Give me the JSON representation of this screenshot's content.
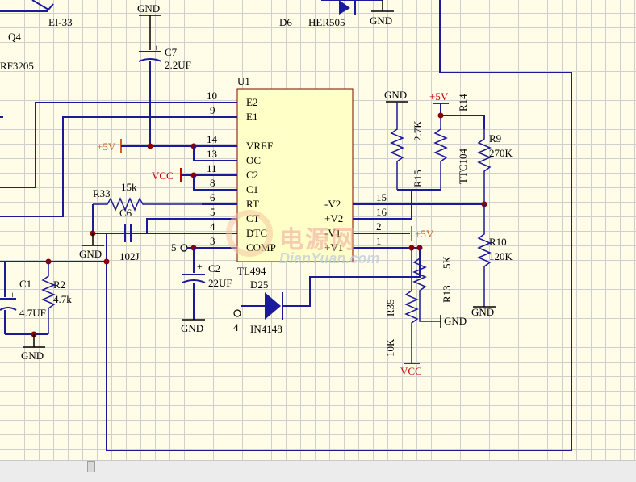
{
  "schematic": {
    "ic": {
      "ref": "U1",
      "part": "TL494",
      "pins_left": [
        {
          "num": "10",
          "name": "E2"
        },
        {
          "num": "9",
          "name": "E1"
        },
        {
          "num": "14",
          "name": "VREF"
        },
        {
          "num": "13",
          "name": "OC"
        },
        {
          "num": "11",
          "name": "C2"
        },
        {
          "num": "8",
          "name": "C1"
        },
        {
          "num": "6",
          "name": "RT"
        },
        {
          "num": "5",
          "name": "CT"
        },
        {
          "num": "4",
          "name": "DTC"
        },
        {
          "num": "3",
          "name": "COMP"
        }
      ],
      "pins_right": [
        {
          "num": "15",
          "name": "-V2"
        },
        {
          "num": "16",
          "name": "+V2"
        },
        {
          "num": "2",
          "name": "-V1"
        },
        {
          "num": "1",
          "name": "+V1"
        }
      ]
    },
    "components": {
      "q4_ref": "Q4",
      "q4_part": "RF3205",
      "ei33": "EI-33",
      "d6_ref": "D6",
      "d6_part": "HER505",
      "c7_ref": "C7",
      "c7_val": "2.2UF",
      "r33_ref": "R33",
      "r33_val": "15k",
      "c6_ref": "C6",
      "c6_val": "102J",
      "c1_ref": "C1",
      "c1_val": "4.7UF",
      "r2_ref": "R2",
      "r2_val": "4.7k",
      "c2_ref": "C2",
      "c2_val": "22UF",
      "d25_ref": "D25",
      "d25_part": "IN4148",
      "r15_ref": "R15",
      "r15_val": "2.7K",
      "r14_ref": "R14",
      "r14_val": "TTC104",
      "r9_ref": "R9",
      "r9_val": "270K",
      "r10_ref": "R10",
      "r10_val": "120K",
      "r13_ref": "R13",
      "r13_val": "5K",
      "r35_ref": "R35",
      "r35_val": "10K",
      "port5": "5",
      "port4": "4"
    },
    "power": {
      "gnd": "GND",
      "plus5": "+5V",
      "vcc": "VCC"
    },
    "watermark": {
      "cn": "电源网",
      "en": "DianYuan.com"
    }
  }
}
